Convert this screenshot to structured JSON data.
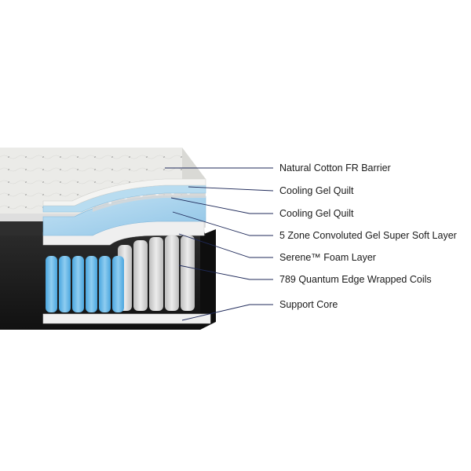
{
  "diagram": {
    "labels": [
      "Natural Cotton FR Barrier",
      "Cooling Gel Quilt",
      "Cooling Gel Quilt",
      "5 Zone Convoluted Gel Super Soft Layer",
      "Serene™ Foam Layer",
      "789 Quantum Edge Wrapped Coils",
      "Support Core"
    ]
  },
  "colors": {
    "cover": "#e9e9e6",
    "gel": "#a9d3ec",
    "gel_light": "#cfe6f4",
    "foam": "#ececec",
    "coil_blue": "#5fb1e3",
    "coil_grey": "#d4d4d4",
    "side_panel": "#1d1d1d",
    "leader_line": "#1f2a5a"
  }
}
